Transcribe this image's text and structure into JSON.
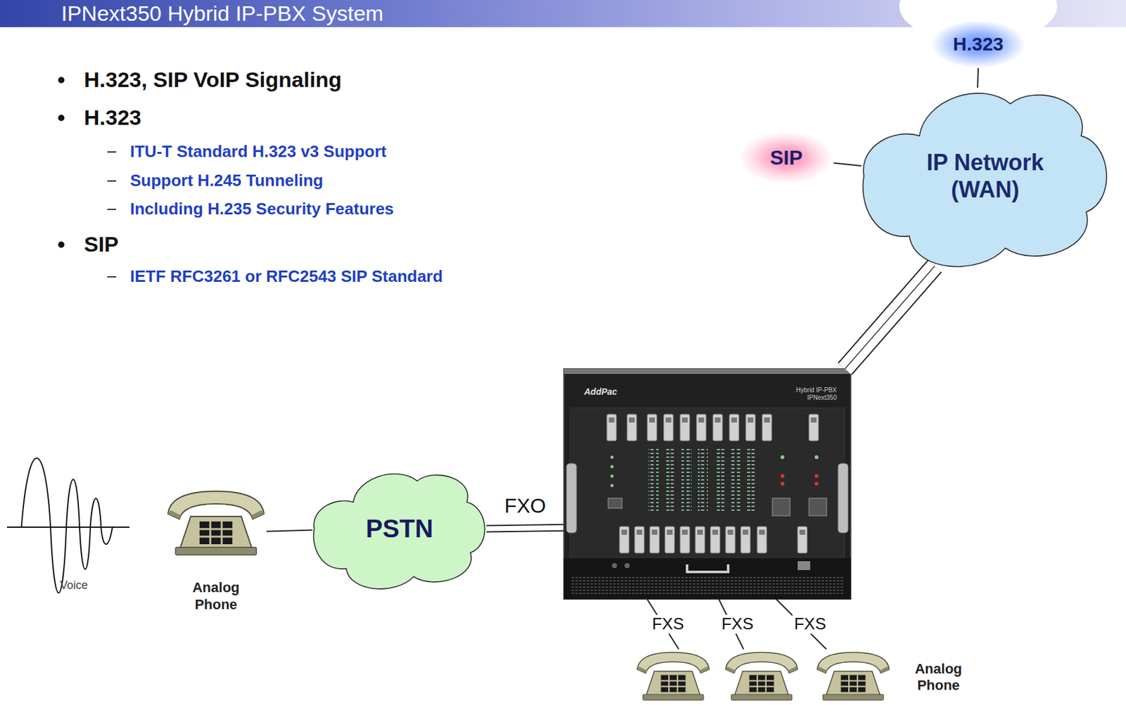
{
  "diagram": {
    "title": "IPNext350 Hybrid IP-PBX System",
    "nodes": [
      {
        "text": [
          "H.323"
        ]
      },
      {
        "text": [
          "SIP"
        ]
      },
      {
        "text": [
          "IP Network (WAN)"
        ]
      },
      {
        "text": [
          "Analog Phone"
        ]
      },
      {
        "text": [
          "PSTN"
        ]
      },
      {
        "text": [
          "AddPac",
          "Hybrid IP-PBX IPNext350"
        ]
      },
      {
        "text": [
          "Analog Phone"
        ]
      }
    ],
    "edges": [
      {
        "from": 3,
        "to": 4,
        "arrow": "none"
      },
      {
        "from": 4,
        "to": 5,
        "label": "FXO",
        "arrow": "none"
      },
      {
        "from": 0,
        "to": 2,
        "arrow": "none"
      },
      {
        "from": 1,
        "to": 2,
        "arrow": "none"
      },
      {
        "from": 2,
        "to": 5,
        "arrow": "none"
      },
      {
        "from": 5,
        "to": 6,
        "label": "FXS",
        "arrow": "none"
      },
      {
        "from": 5,
        "to": 6,
        "label": "FXS",
        "arrow": "none"
      },
      {
        "from": 5,
        "to": 6,
        "label": "FXS",
        "arrow": "none"
      }
    ],
    "labels": [
      "H.323, SIP VoIP Signaling",
      "H.323",
      "ITU-T Standard H.323 v3 Support",
      "Support H.245 Tunneling",
      "Including H.235 Security Features",
      "SIP",
      "IETF RFC3261 or RFC2543 SIP Standard",
      "Voice"
    ]
  }
}
